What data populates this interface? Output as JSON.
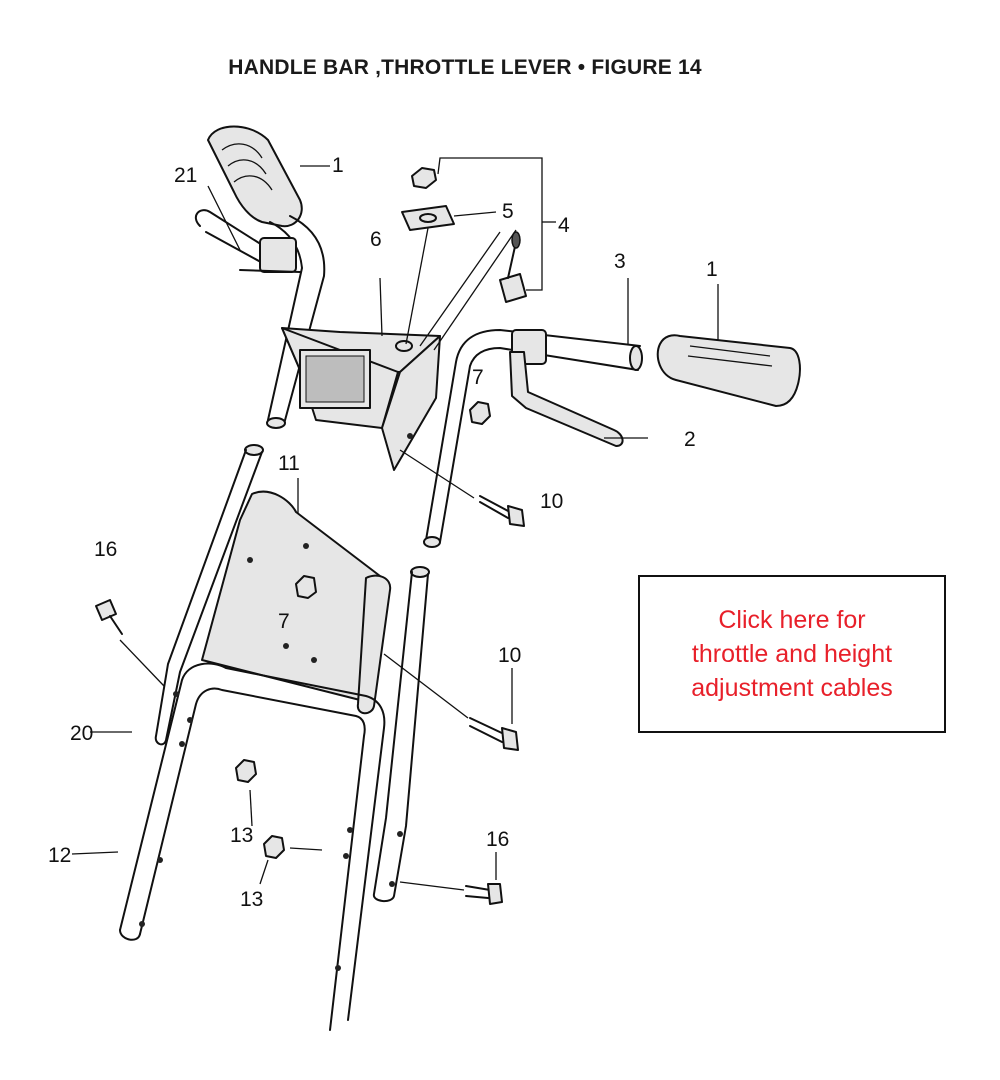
{
  "figure": {
    "title": "HANDLE BAR ,THROTTLE LEVER  •  FIGURE 14"
  },
  "callouts": {
    "c1a": "1",
    "c21": "21",
    "c5": "5",
    "c4": "4",
    "c6": "6",
    "c3": "3",
    "c1b": "1",
    "c7a": "7",
    "c2": "2",
    "c11": "11",
    "c10a": "10",
    "c16a": "16",
    "c7b": "7",
    "c10b": "10",
    "c20": "20",
    "c13a": "13",
    "c13b": "13",
    "c12": "12",
    "c16b": "16"
  },
  "link": {
    "text": "Click here for\nthrottle and height\nadjustment  cables",
    "color": "#e8202a"
  }
}
